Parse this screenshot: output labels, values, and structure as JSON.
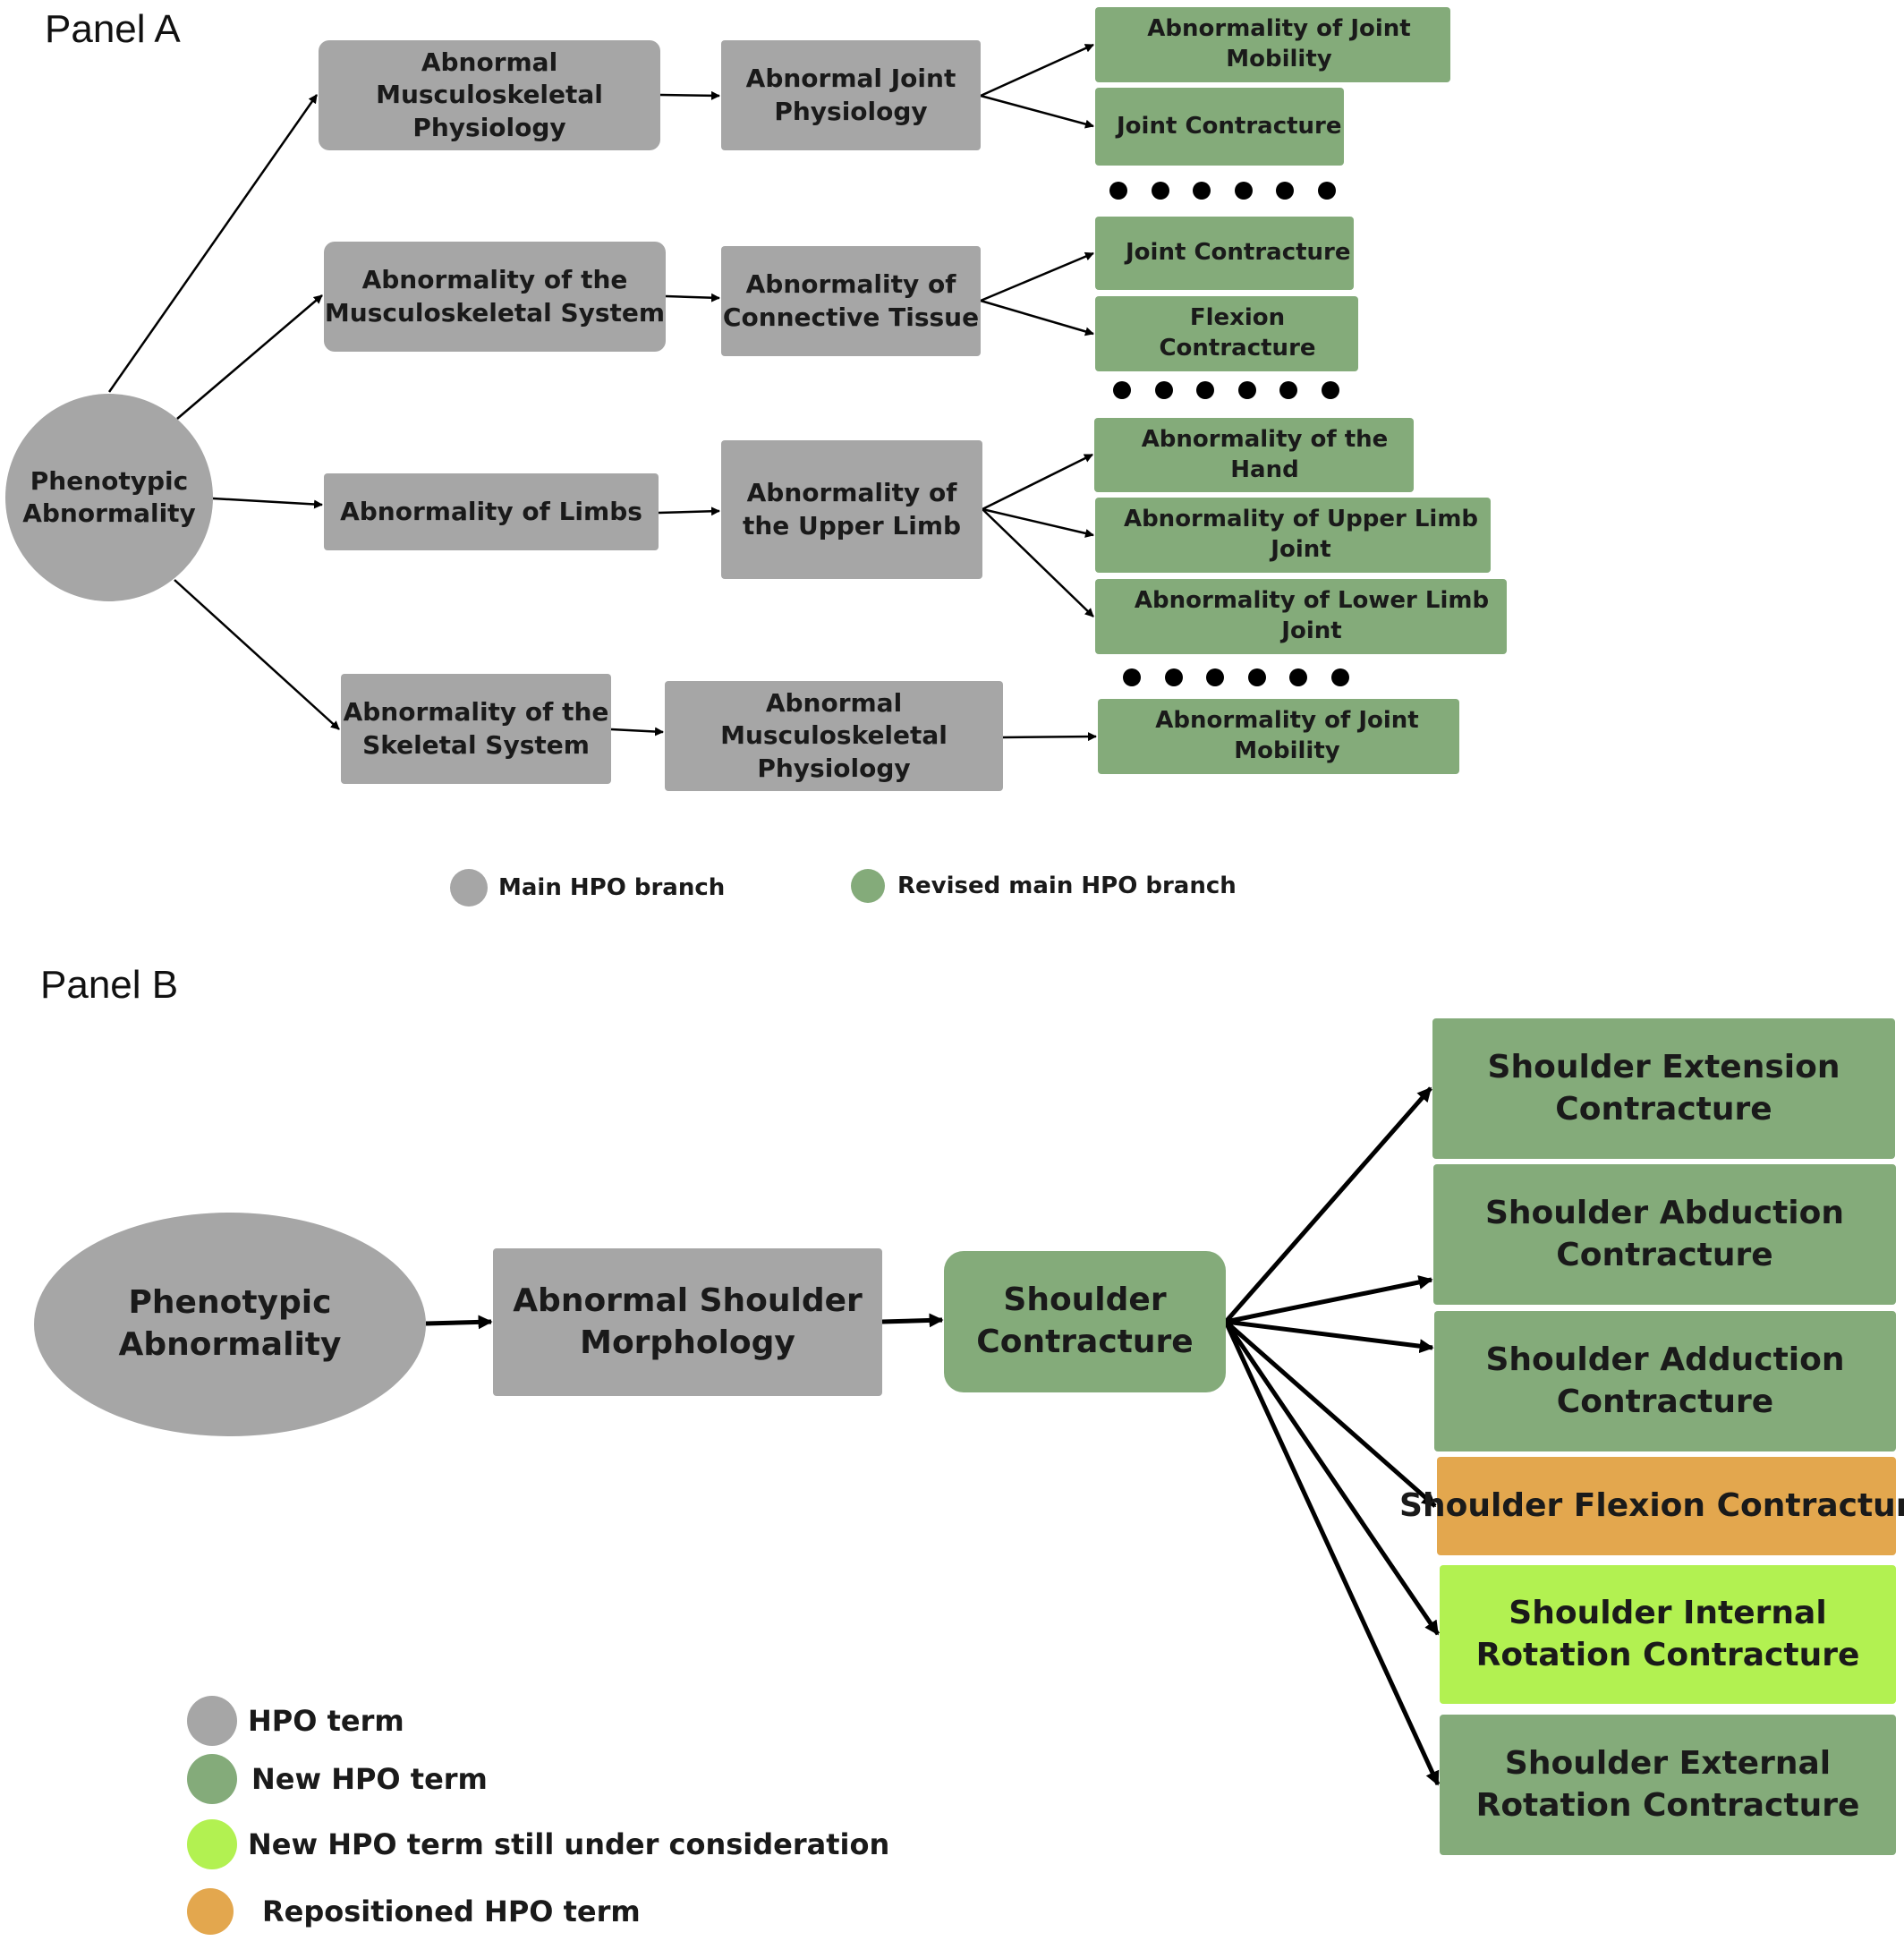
{
  "panel_a": {
    "title": "Panel A",
    "root": "Phenotypic Abnormality",
    "level1": [
      "Abnormal Musculoskeletal Physiology",
      "Abnormality of the Musculoskeletal System",
      "Abnormality of Limbs",
      "Abnormality of the Skeletal System"
    ],
    "level2": [
      "Abnormal Joint Physiology",
      "Abnormality of Connective Tissue",
      "Abnormality of the Upper Limb",
      "Abnormal Musculoskeletal Physiology"
    ],
    "leaves": [
      "Abnormality of Joint Mobility",
      "Joint Contracture",
      "Joint Contracture",
      "Flexion Contracture",
      "Abnormality of the Hand",
      "Abnormality of Upper Limb Joint",
      "Abnormality of Lower Limb Joint",
      "Abnormality of Joint Mobility"
    ],
    "legend": [
      {
        "label": "Main HPO branch",
        "color": "#a6a6a6"
      },
      {
        "label": "Revised main HPO branch",
        "color": "#84ab7a"
      }
    ]
  },
  "panel_b": {
    "title": "Panel B",
    "root": "Phenotypic Abnormality",
    "level1": "Abnormal Shoulder Morphology",
    "level2": "Shoulder Contracture",
    "leaves": [
      {
        "label": "Shoulder Extension Contracture",
        "color": "#84ab7a"
      },
      {
        "label": "Shoulder Abduction Contracture",
        "color": "#84ab7a"
      },
      {
        "label": "Shoulder Adduction Contracture",
        "color": "#84ab7a"
      },
      {
        "label": "Shoulder Flexion Contracture",
        "color": "#e3a74e"
      },
      {
        "label": "Shoulder Internal Rotation Contracture",
        "color": "#b2f151"
      },
      {
        "label": "Shoulder External Rotation Contracture",
        "color": "#84ab7a"
      }
    ],
    "legend": [
      {
        "label": "HPO term",
        "color": "#a6a6a6"
      },
      {
        "label": "New HPO term",
        "color": "#84ab7a"
      },
      {
        "label": "New HPO term still under consideration",
        "color": "#b2f151"
      },
      {
        "label": "Repositioned HPO term",
        "color": "#e3a74e"
      }
    ]
  }
}
